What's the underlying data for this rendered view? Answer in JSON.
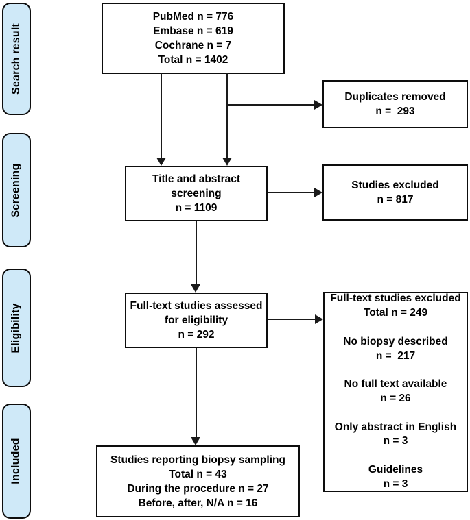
{
  "colors": {
    "stage_fill": "#cfe9f8",
    "line_color": "#1a1a1a",
    "box_background": "#ffffff"
  },
  "sidebar": {
    "stages": [
      {
        "label": "Search result"
      },
      {
        "label": "Screening"
      },
      {
        "label": "Eligibility"
      },
      {
        "label": "Included"
      }
    ]
  },
  "flow": {
    "identification_box": {
      "lines": [
        "PubMed n = 776",
        "Embase n = 619",
        "Cochrane n = 7",
        "Total n = 1402"
      ]
    },
    "duplicates_box": {
      "lines": [
        "Duplicates removed",
        "n =  293"
      ]
    },
    "screening_box": {
      "lines": [
        "Title and abstract",
        "screening",
        "n = 1109"
      ]
    },
    "studies_excluded_box": {
      "lines": [
        "Studies excluded",
        "n = 817"
      ]
    },
    "fulltext_box": {
      "lines": [
        "Full-text studies assessed",
        "for eligibility",
        "n = 292"
      ]
    },
    "fulltext_excluded_box": {
      "lines": [
        "Full-text studies excluded",
        "Total n = 249",
        "",
        "No biopsy described",
        "n =  217",
        "",
        "No full text available",
        "n = 26",
        "",
        "Only abstract in English",
        "n = 3",
        "",
        "Guidelines",
        "n = 3"
      ]
    },
    "included_box": {
      "lines": [
        "Studies reporting biopsy sampling",
        "Total n = 43",
        "During the procedure n = 27",
        "Before, after, N/A n = 16"
      ]
    }
  }
}
